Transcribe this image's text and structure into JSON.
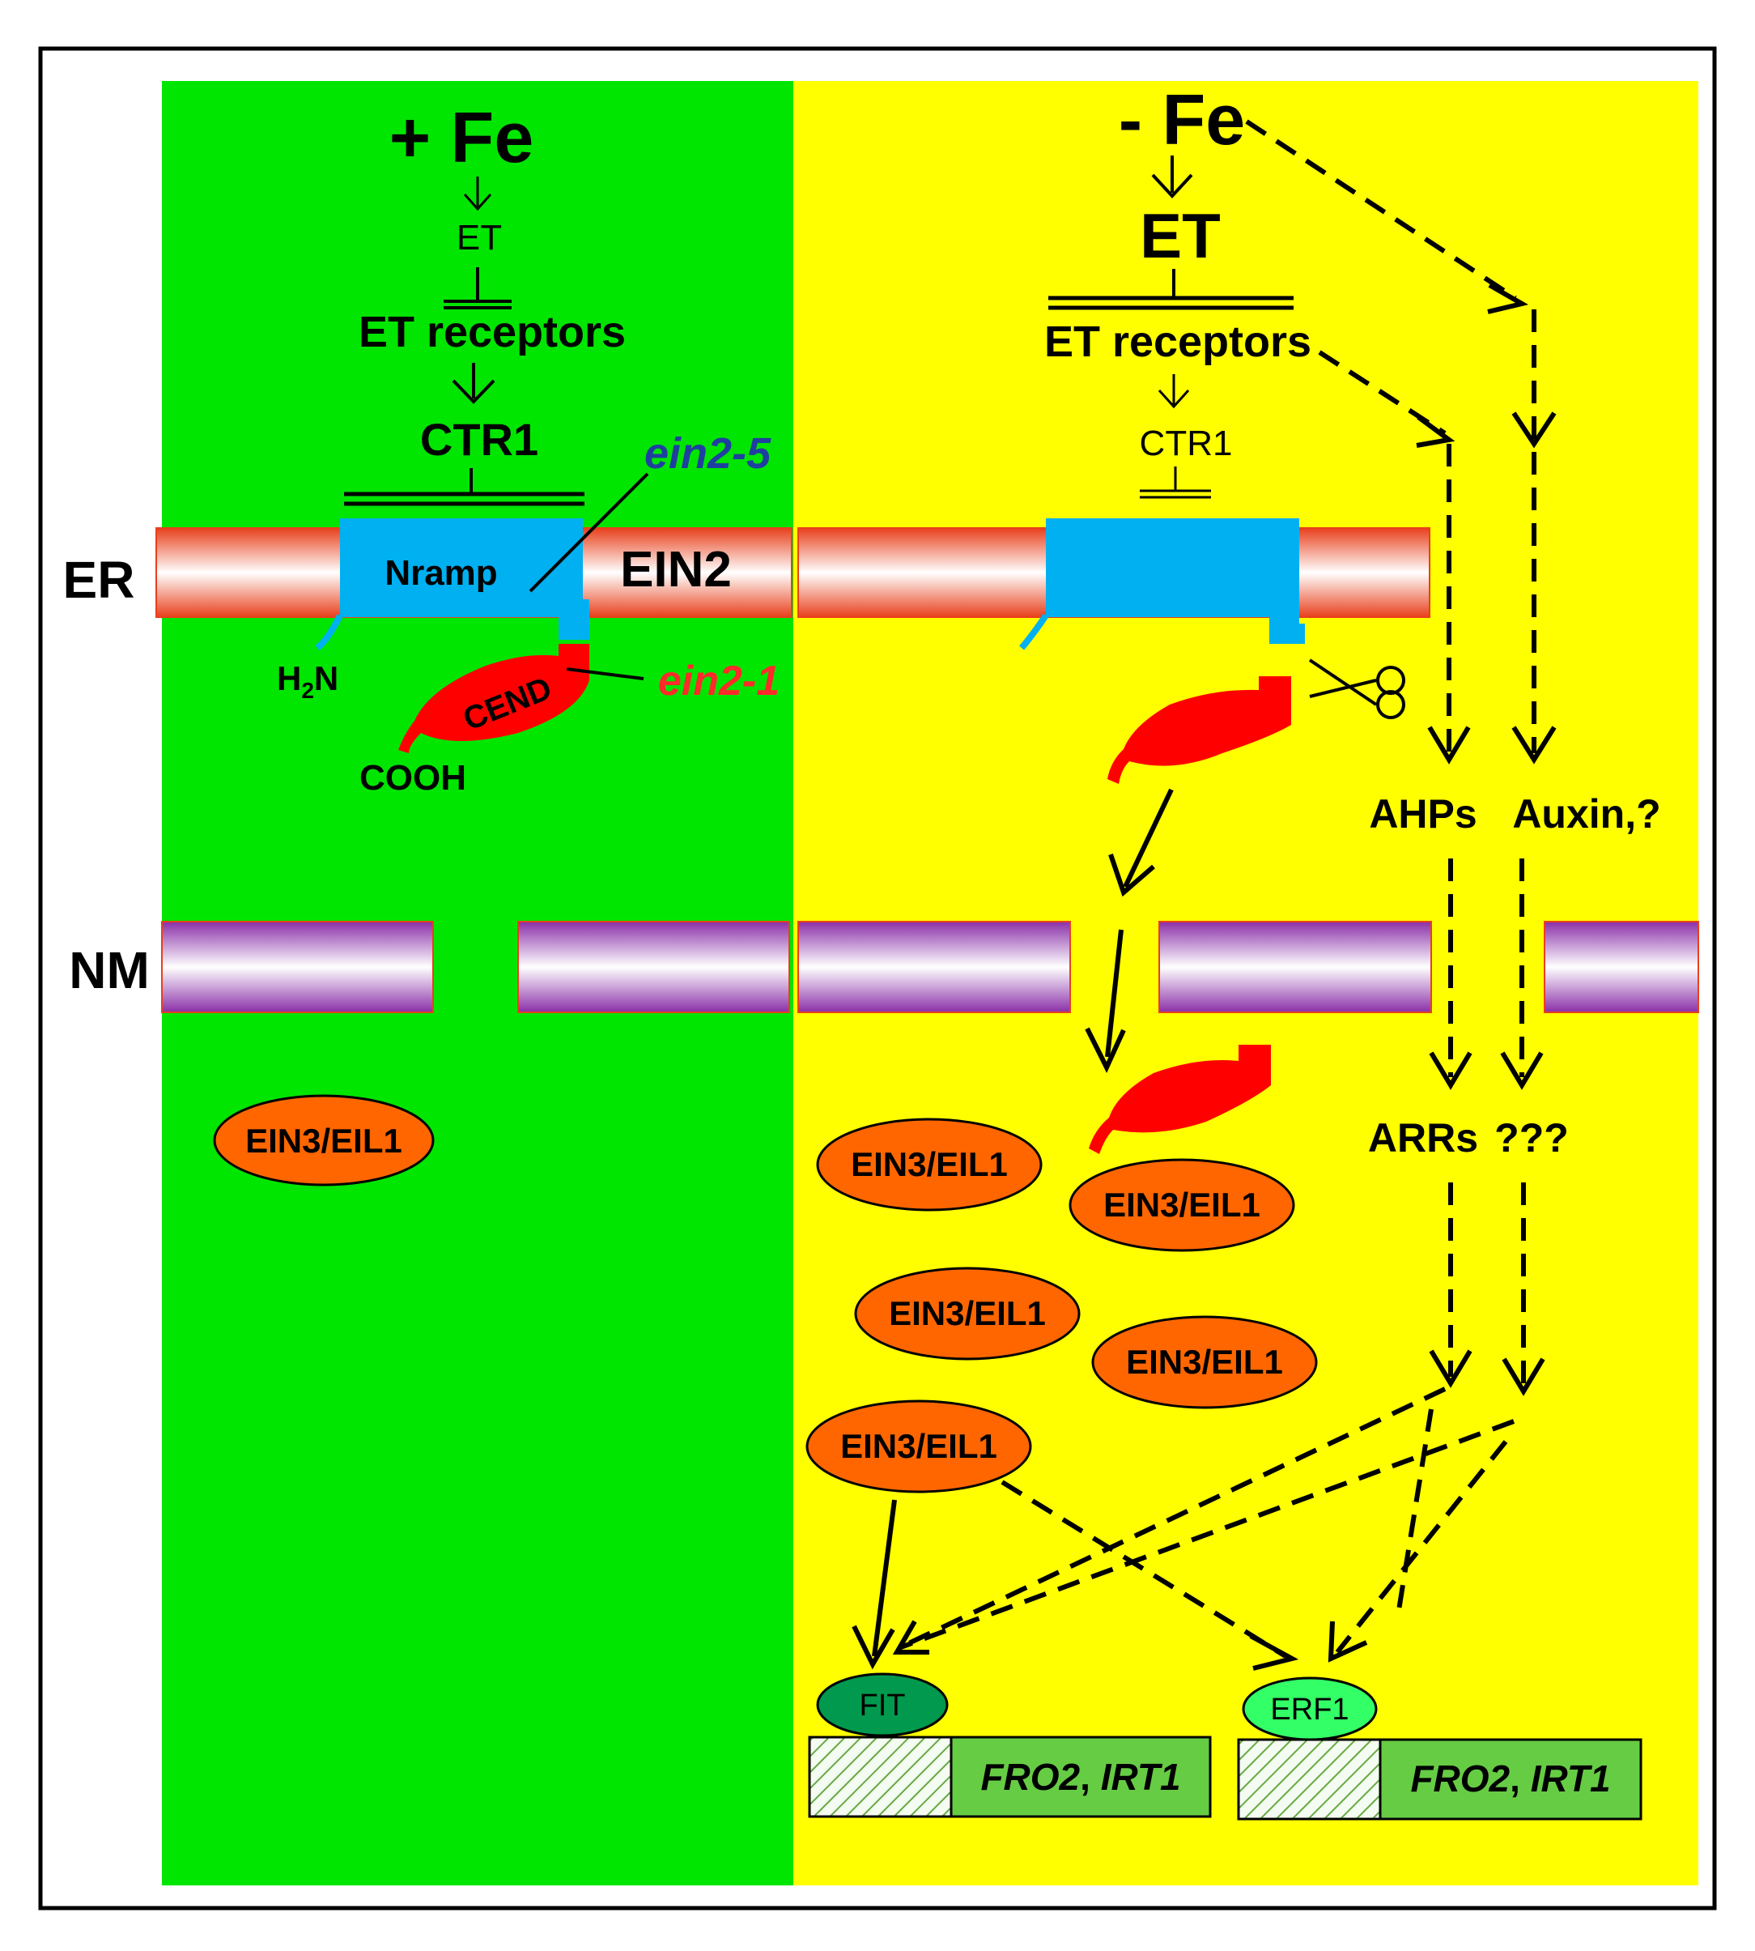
{
  "left_panel": {
    "fe_label": "+ Fe",
    "et_label": "ET",
    "receptors_label": "ET receptors",
    "ctr1_label": "CTR1",
    "nramp_label": "Nramp",
    "ein2_label": "EIN2",
    "ein2_5_label": "ein2-5",
    "ein2_1_label": "ein2-1",
    "h2n_label": "H",
    "h2n_sub": "2",
    "h2n_tail": "N",
    "cend_label": "CEND",
    "cooh_label": "COOH",
    "ein3_label": "EIN3/EIL1"
  },
  "right_panel": {
    "fe_label": "- Fe",
    "et_label": "ET",
    "receptors_label": "ET receptors",
    "ctr1_label": "CTR1",
    "ahps_label": "AHPs",
    "auxin_label": "Auxin,?",
    "arrs_label": "ARRs",
    "unknown_label": "???",
    "ein3_labels": [
      "EIN3/EIL1",
      "EIN3/EIL1",
      "EIN3/EIL1",
      "EIN3/EIL1",
      "EIN3/EIL1"
    ],
    "fit_label": "FIT",
    "erf1_label": "ERF1",
    "gene_label_1a": "FRO2",
    "gene_label_1b": ", ",
    "gene_label_1c": "IRT1",
    "gene_label_2a": "FRO2",
    "gene_label_2b": ", ",
    "gene_label_2c": "IRT1"
  },
  "side_labels": {
    "er": "ER",
    "nm": "NM"
  },
  "colors": {
    "left_bg": "#00e600",
    "right_bg": "#ffff00",
    "nramp": "#00b0f0",
    "cend": "#ff0000",
    "ein3": "#ff6600",
    "fit": "#00994d",
    "erf1": "#33ff66",
    "gene": "#66cc44"
  }
}
